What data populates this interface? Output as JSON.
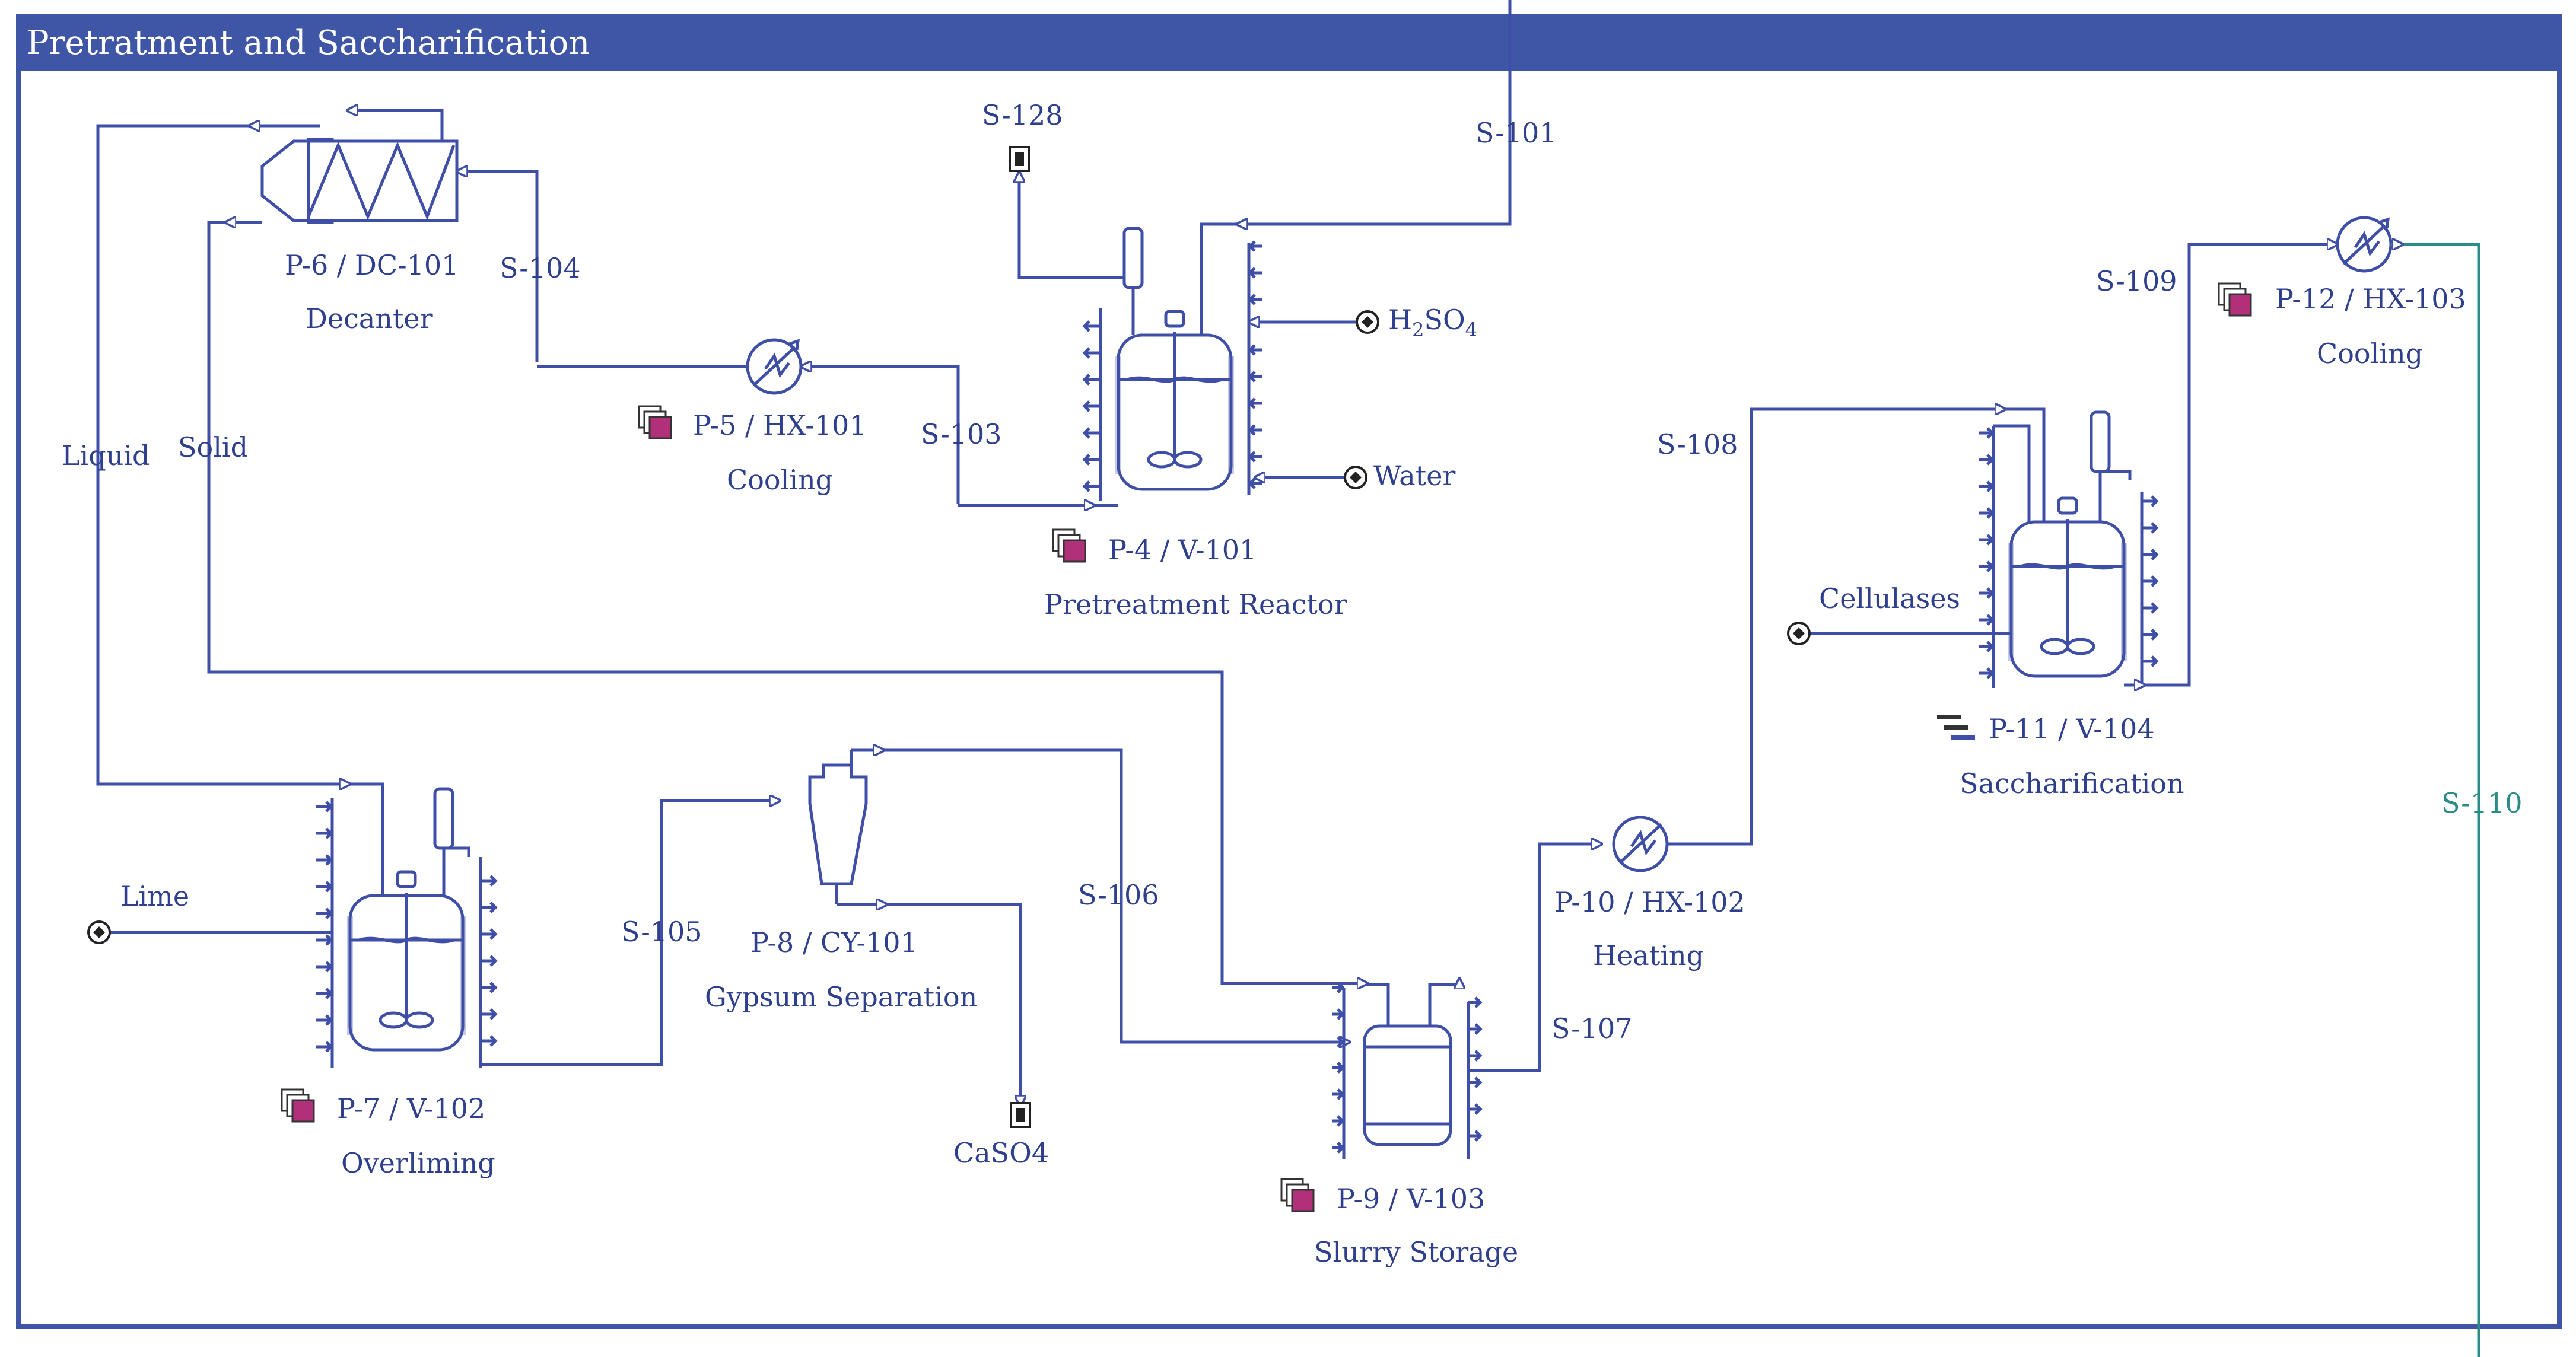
{
  "header": {
    "title": "Pretratment and Saccharification"
  },
  "streams": {
    "s101": "S-101",
    "s103": "S-103",
    "s104": "S-104",
    "s105": "S-105",
    "s106": "S-106",
    "s107": "S-107",
    "s108": "S-108",
    "s109": "S-109",
    "s110": "S-110",
    "s128": "S-128",
    "liquid": "Liquid",
    "solid": "Solid"
  },
  "inputs": {
    "h2so4": "H",
    "h2so4_sub2": "2",
    "h2so4_so": "SO",
    "h2so4_sub4": "4",
    "water": "Water",
    "lime": "Lime",
    "cellulases": "Cellulases",
    "caso4": "CaSO4"
  },
  "units": {
    "decanter": {
      "id": "P-6 / DC-101",
      "name": "Decanter"
    },
    "hx101": {
      "id": "P-5 / HX-101",
      "name": "Cooling"
    },
    "reactor": {
      "id": "P-4 / V-101",
      "name": "Pretreatment Reactor"
    },
    "overliming": {
      "id": "P-7 / V-102",
      "name": "Overliming"
    },
    "cyclone": {
      "id": "P-8 / CY-101",
      "name": "Gypsum Separation"
    },
    "slurry": {
      "id": "P-9 / V-103",
      "name": "Slurry Storage"
    },
    "hx102": {
      "id": "P-10 / HX-102",
      "name": "Heating"
    },
    "sacch": {
      "id": "P-11 / V-104",
      "name": "Saccharification"
    },
    "hx103": {
      "id": "P-12 / HX-103",
      "name": "Cooling"
    }
  },
  "colors": {
    "frame": "#3f55a5",
    "pipe": "#3f4fa8",
    "label": "#2e3f8e",
    "outlet_stream": "#2a8c86",
    "procedure_icon": "#b0307a"
  }
}
